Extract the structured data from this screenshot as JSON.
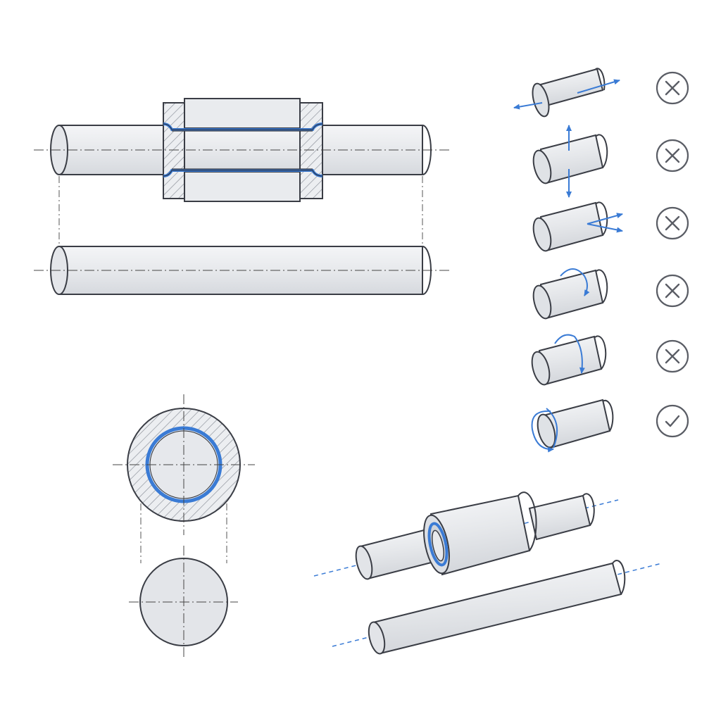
{
  "colors": {
    "background": "#ffffff",
    "outline": "#3a3d45",
    "body_fill": "#e6e8ec",
    "body_highlight": "#f3f4f6",
    "section_fill": "#dcdfe4",
    "hatch": "#7a7f88",
    "accent_blue": "#3a7bd5",
    "centerline": "#444444",
    "icon_stroke": "#5a5d65"
  },
  "dof_rows": [
    {
      "motion": "translation-along-axis",
      "status": "not-allowed",
      "icon": "cross-circle-icon"
    },
    {
      "motion": "translation-transverse-vertical",
      "status": "not-allowed",
      "icon": "cross-circle-icon"
    },
    {
      "motion": "translation-transverse-horizontal",
      "status": "not-allowed",
      "icon": "cross-circle-icon"
    },
    {
      "motion": "rotation-tilt-1",
      "status": "not-allowed",
      "icon": "cross-circle-icon"
    },
    {
      "motion": "rotation-tilt-2",
      "status": "not-allowed",
      "icon": "cross-circle-icon"
    },
    {
      "motion": "rotation-about-axis",
      "status": "allowed",
      "icon": "check-circle-icon"
    }
  ]
}
